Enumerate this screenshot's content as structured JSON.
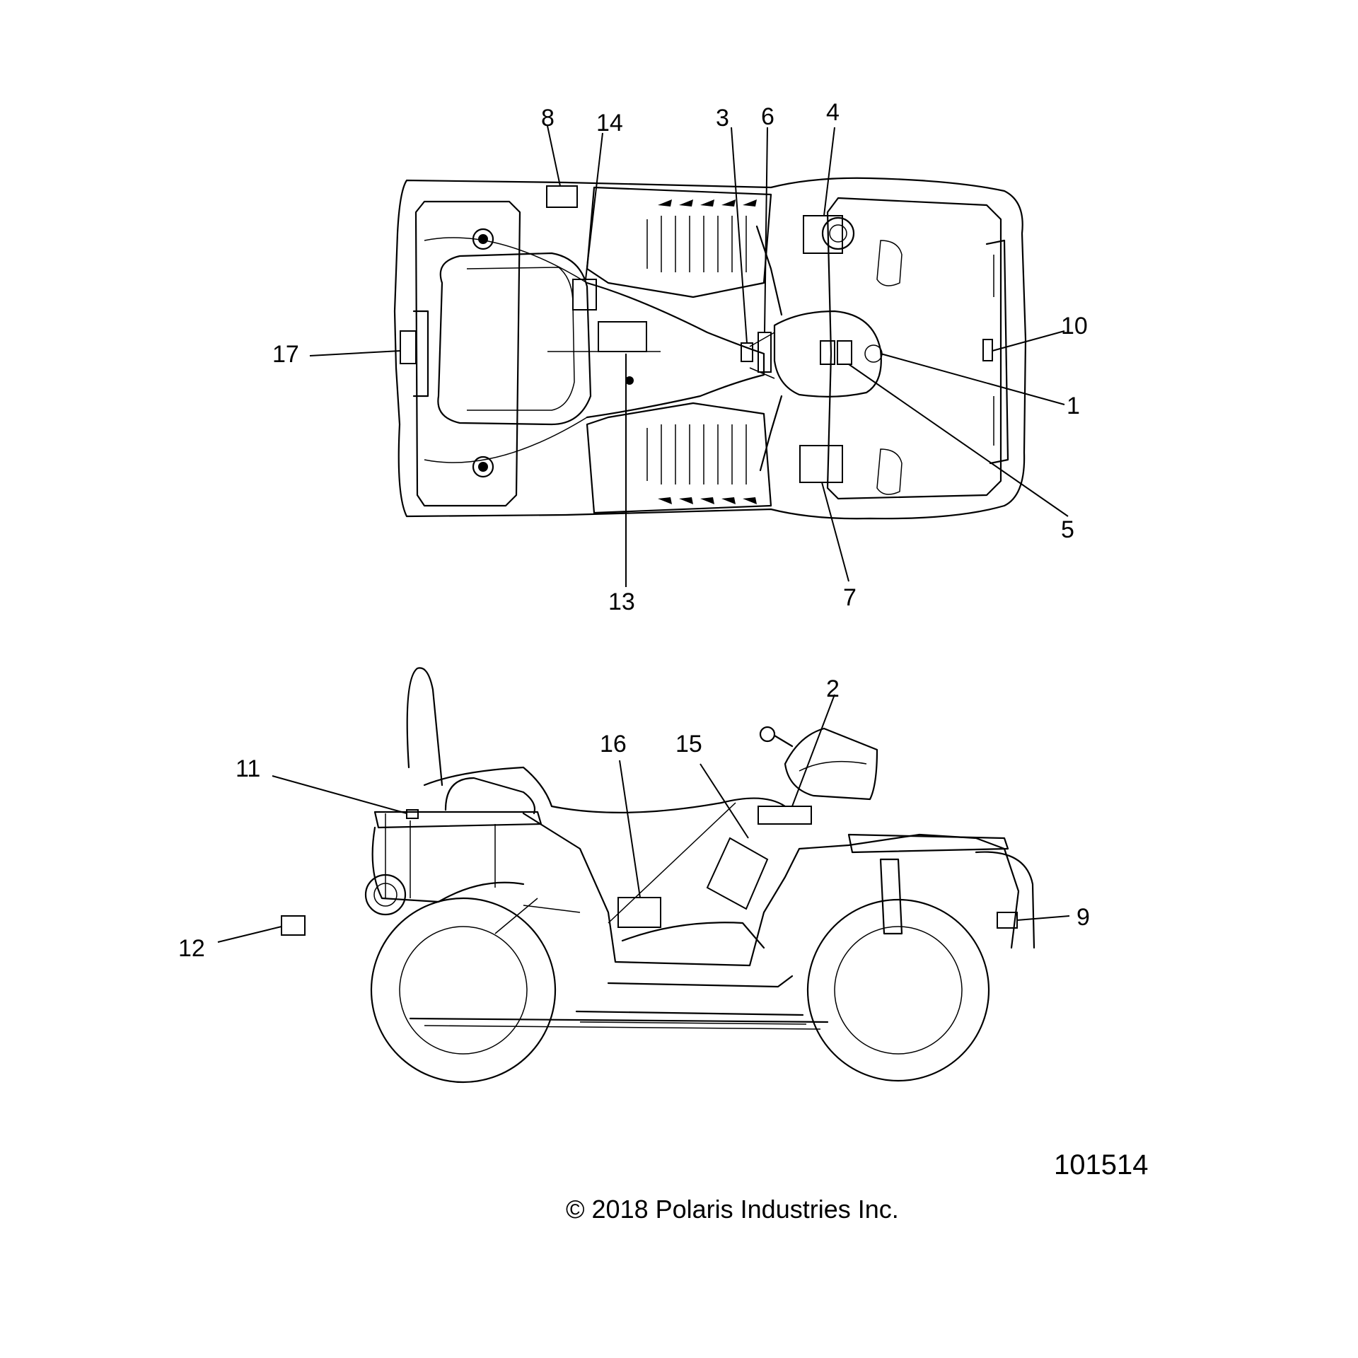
{
  "figure_number": "101514",
  "copyright": "© 2018  Polaris Industries Inc.",
  "callouts": {
    "c1": "1",
    "c2": "2",
    "c3": "3",
    "c4": "4",
    "c5": "5",
    "c6": "6",
    "c7": "7",
    "c8": "8",
    "c9": "9",
    "c10": "10",
    "c11": "11",
    "c12": "12",
    "c13": "13",
    "c14": "14",
    "c15": "15",
    "c16": "16",
    "c17": "17"
  }
}
